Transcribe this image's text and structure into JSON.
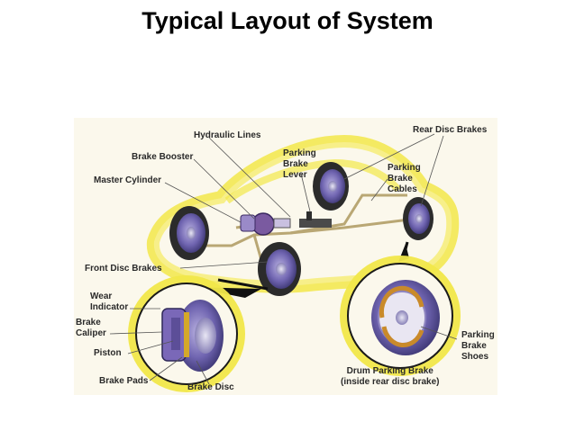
{
  "slide": {
    "title": "Typical Layout of System"
  },
  "labels": {
    "hydraulic_lines": "Hydraulic Lines",
    "brake_booster": "Brake Booster",
    "master_cylinder": "Master Cylinder",
    "parking_brake_lever": [
      "Parking",
      "Brake",
      "Lever"
    ],
    "parking_brake_cables": [
      "Parking",
      "Brake",
      "Cables"
    ],
    "rear_disc_brakes": "Rear Disc Brakes",
    "front_disc_brakes": "Front Disc Brakes",
    "wear_indicator": [
      "Wear",
      "Indicator"
    ],
    "brake_caliper": [
      "Brake",
      "Caliper"
    ],
    "piston": "Piston",
    "brake_pads": "Brake Pads",
    "brake_disc": "Brake Disc",
    "parking_brake_shoes": [
      "Parking",
      "Brake",
      "Shoes"
    ],
    "drum_parking_brake": [
      "Drum Parking Brake",
      "(inside rear disc brake)"
    ]
  },
  "colors": {
    "car_glow": "#f2e84a",
    "rotor": "#6f64b0",
    "rotor_dark": "#3a3470",
    "tire": "#2b2b2b",
    "lines": "#b9a774",
    "background": "#fbf8ec"
  }
}
